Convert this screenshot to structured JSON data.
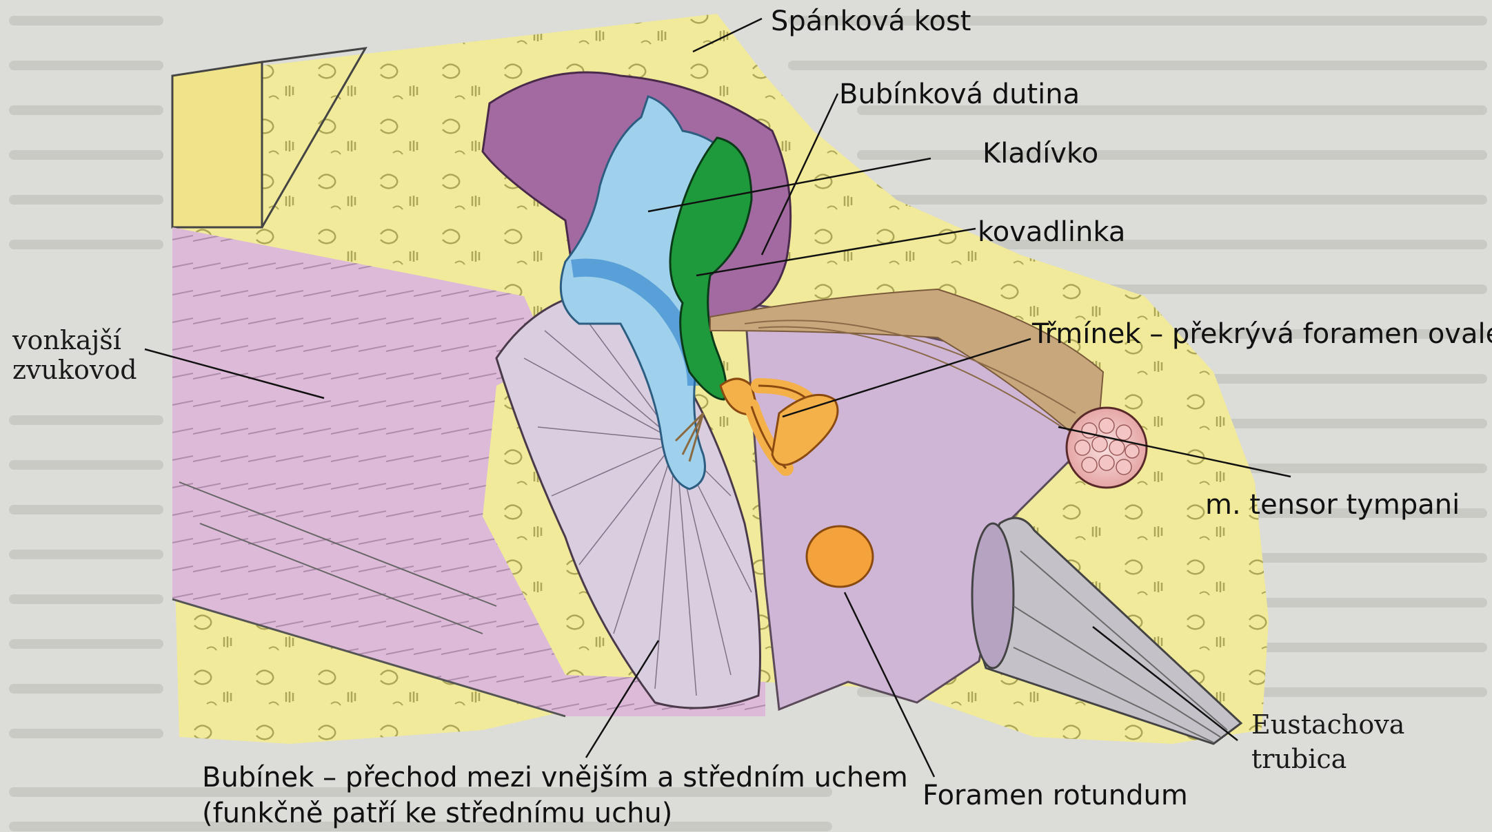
{
  "title": "",
  "labels": {
    "temporal_bone": "Spánková kost",
    "tympanic_cavity": "Bubínková dutina",
    "malleus": "Kladívko",
    "incus": "kovadlinka",
    "stapes": "Třmínek – překrývá foramen ovale",
    "external_canal_line1": "vonkajší",
    "external_canal_line2": "zvukovod",
    "tensor_tympani": "m. tensor tympani",
    "eustachian_line1": "Eustachova",
    "eustachian_line2": "trubica",
    "eardrum_line1": "Bubínek – přechod mezi vnějším a středním uchem",
    "eardrum_line2": "(funkčně patří ke střednímu uchu)",
    "foramen_rotundum": "Foramen rotundum"
  },
  "colors": {
    "bone_yellow": "#f1ea9a",
    "canal_pink": "#dcbad8",
    "cavity_purple": "#a26aa0",
    "malleus_blue": "#9fd0ec",
    "incus_green": "#1e9a3c",
    "stapes_orange": "#f4b14a",
    "eardrum_lilac": "#d9cde0",
    "tube_gray": "#c4c1c8",
    "foramen_orange": "#f3a23c"
  }
}
